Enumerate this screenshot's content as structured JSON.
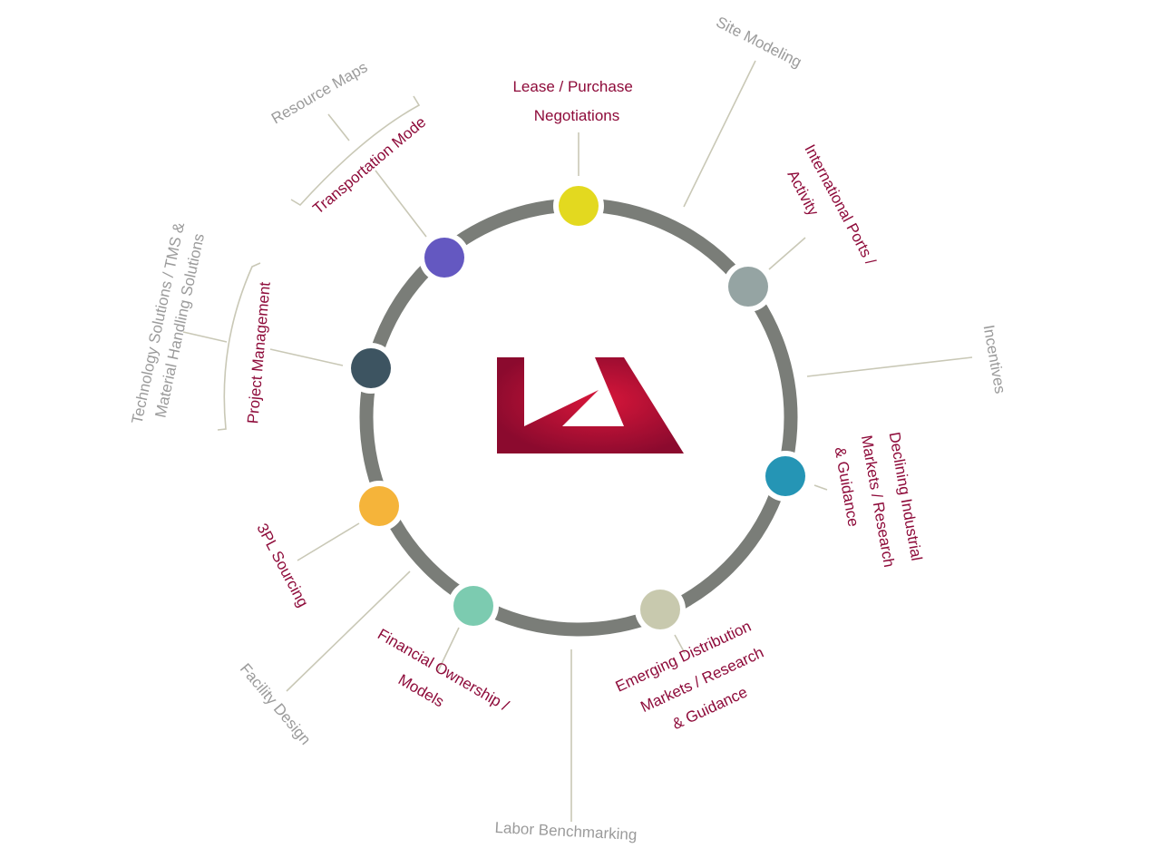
{
  "colors": {
    "ring": "#7a7d78",
    "inner_label": "#8e0b3a",
    "outer_label": "#9b9b9b",
    "connector": "#c9c8b6",
    "logo_dark": "#8b0a2e",
    "logo_light": "#c8102e"
  },
  "logo": {
    "icon": "logistics-logo-icon"
  },
  "nodes": [
    {
      "id": "lease",
      "color": "#e3d91f",
      "lines": [
        "Lease / Purchase",
        "Negotiations"
      ]
    },
    {
      "id": "ports",
      "color": "#95a4a3",
      "lines": [
        "International Ports /",
        "Activity"
      ]
    },
    {
      "id": "declining",
      "color": "#2595b5",
      "lines": [
        "Declining Industrial",
        "Markets / Research",
        "& Guidance"
      ]
    },
    {
      "id": "emerging",
      "color": "#c8c9ae",
      "lines": [
        "Emerging Distribution",
        "Markets / Research",
        "& Guidance"
      ]
    },
    {
      "id": "financial",
      "color": "#7ccbb0",
      "lines": [
        "Financial Ownership /",
        "Models"
      ]
    },
    {
      "id": "sourcing",
      "color": "#f5b43a",
      "lines": [
        "3PL Sourcing"
      ]
    },
    {
      "id": "project",
      "color": "#3d5461",
      "lines": [
        "Project Management"
      ]
    },
    {
      "id": "transport",
      "color": "#6458c1",
      "lines": [
        "Transportation Mode"
      ]
    }
  ],
  "outer_labels": [
    {
      "id": "site",
      "lines": [
        "Site Modeling"
      ]
    },
    {
      "id": "incentives",
      "lines": [
        "Incentives"
      ]
    },
    {
      "id": "labor",
      "lines": [
        "Labor Benchmarking"
      ]
    },
    {
      "id": "facility",
      "lines": [
        "Facility Design"
      ]
    },
    {
      "id": "technology",
      "lines": [
        "Technology Solutions / TMS &",
        "Material Handling Solutions"
      ]
    },
    {
      "id": "resource",
      "lines": [
        "Resource Maps"
      ]
    }
  ]
}
